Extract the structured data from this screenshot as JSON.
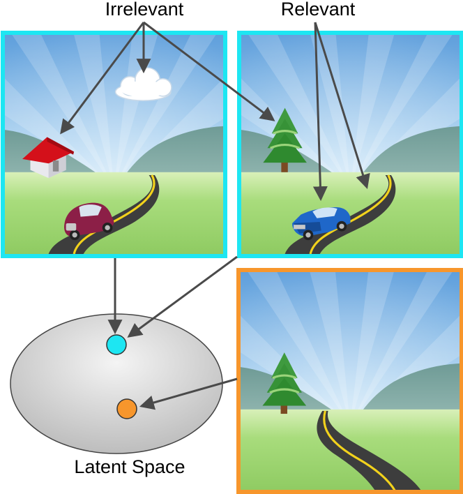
{
  "labels": {
    "irrelevant": "Irrelevant",
    "relevant": "Relevant",
    "latent_space": "Latent Space"
  },
  "colors": {
    "frame_cyan": "#1de6f2",
    "frame_orange": "#f7962c",
    "point_cyan": "#1de6f2",
    "point_orange": "#f7962c",
    "arrow": "#4a4a4a",
    "road": "#3d3d3d",
    "road_line": "#f2d21c"
  },
  "scenes": [
    {
      "name": "scene-1",
      "frame_color": "cyan",
      "objects": [
        "house",
        "cloud",
        "car-red",
        "road"
      ]
    },
    {
      "name": "scene-2",
      "frame_color": "cyan",
      "objects": [
        "tree",
        "car-blue",
        "road"
      ]
    },
    {
      "name": "scene-3",
      "frame_color": "orange",
      "objects": [
        "tree",
        "road"
      ]
    }
  ],
  "latent_points": [
    {
      "name": "cyan-point",
      "color": "cyan"
    },
    {
      "name": "orange-point",
      "color": "orange"
    }
  ]
}
